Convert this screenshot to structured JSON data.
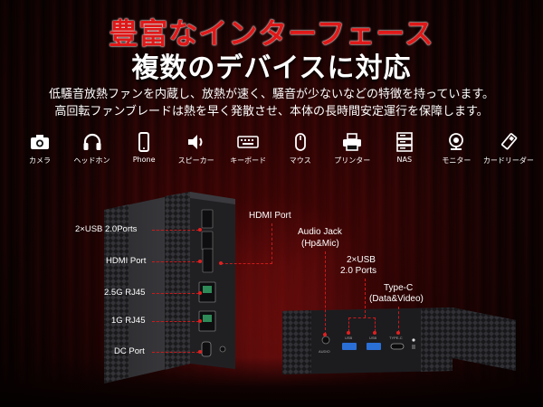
{
  "headline": {
    "line1": "豊富なインターフェース",
    "line2": "複数のデバイスに対応"
  },
  "description": {
    "line1": "低騒音放熱ファンを内蔵し、放熱が速く、騒音が少ないなどの特徴を持っています。",
    "line2": "高回転ファンブレードは熱を早く発散させ、本体の長時間安定運行を保障します。"
  },
  "devices": [
    {
      "icon": "camera-icon",
      "label": "カメラ"
    },
    {
      "icon": "headphones-icon",
      "label": "ヘッドホン"
    },
    {
      "icon": "phone-icon",
      "label": "Phone"
    },
    {
      "icon": "speaker-icon",
      "label": "スピーカー"
    },
    {
      "icon": "keyboard-icon",
      "label": "キーボード"
    },
    {
      "icon": "mouse-icon",
      "label": "マウス"
    },
    {
      "icon": "printer-icon",
      "label": "プリンター"
    },
    {
      "icon": "nas-icon",
      "label": "NAS"
    },
    {
      "icon": "monitor-icon",
      "label": "モニター"
    },
    {
      "icon": "card-reader-icon",
      "label": "カードリーダー"
    }
  ],
  "ports_left": {
    "usb": "2×USB 2.0Ports",
    "hdmi": "HDMI Port",
    "rj45_25g": "2.5G RJ45",
    "rj45_1g": "1G RJ45",
    "dc": "DC Port"
  },
  "ports_top": {
    "hdmi": "HDMI Port",
    "audio_line1": "Audio Jack",
    "audio_line2": "(Hp&Mic)",
    "usb_line1": "2×USB",
    "usb_line2": "2.0 Ports",
    "typec_line1": "Type-C",
    "typec_line2": "(Data&Video)"
  },
  "accent_color": "#e01818"
}
